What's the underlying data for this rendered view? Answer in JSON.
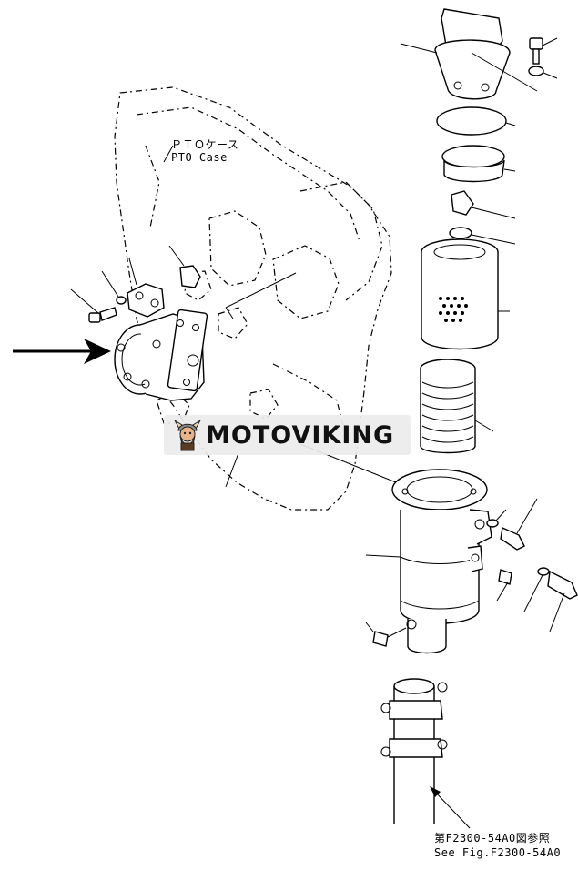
{
  "diagram": {
    "pto_case_label_jp": "ＰＴＯケース",
    "pto_case_label_en": "PTO Case",
    "reference_label_jp": "第F2300-54A0図参照",
    "reference_label_en": "See Fig.F2300-54A0"
  },
  "watermark": {
    "brand": "MOTOVIKING",
    "logo_icon": "viking-mascot-icon"
  },
  "colors": {
    "line": "#000000",
    "background": "#ffffff",
    "watermark_bg": "#ebebeb",
    "logo_accent": "#b5562a"
  }
}
